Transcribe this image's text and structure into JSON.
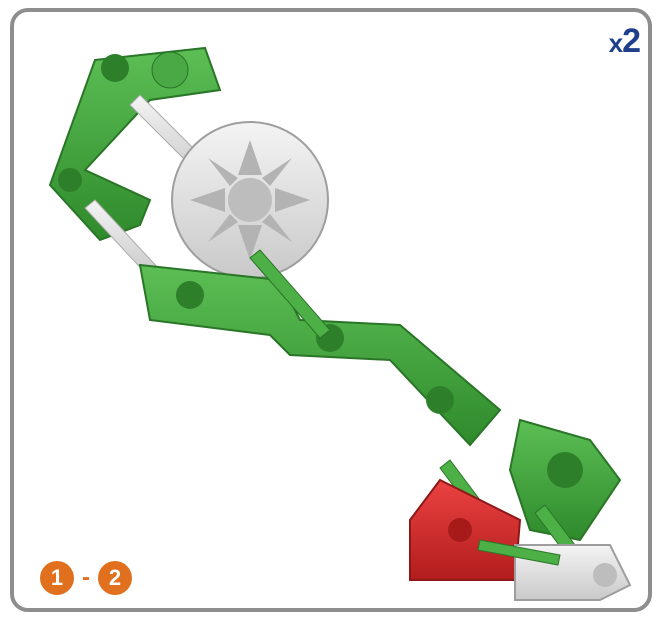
{
  "quantity": {
    "prefix": "x",
    "count": "2"
  },
  "steps": {
    "start": "1",
    "separator": "-",
    "end": "2"
  },
  "colors": {
    "frame": "#8e8e8e",
    "quantity_text": "#1f3f8c",
    "step_badge": "#e0701e",
    "green_piece": "#3f9f3a",
    "white_piece": "#e6e6e6",
    "red_piece": "#d42a2a"
  }
}
